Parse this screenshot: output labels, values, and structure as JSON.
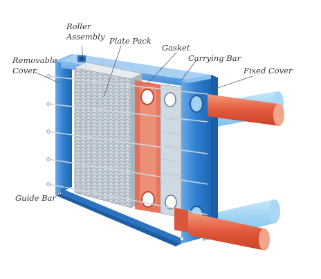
{
  "diagram": {
    "labels": {
      "roller_assembly_line1": "Roller",
      "roller_assembly_line2": "Assembly",
      "plate_pack": "Plate Pack",
      "gasket": "Gasket",
      "carrying_bar": "Carrying Bar",
      "removable_cover_line1": "Removable",
      "removable_cover_line2": "Cover",
      "fixed_cover": "Fixed Cover",
      "guide_bar": "Guide Bar"
    },
    "colors": {
      "frame_blue": "#2f7fd0",
      "frame_light": "#6fb0e8",
      "hot_fluid": "#e9694a",
      "cold_fluid": "#7fc4f0",
      "plate_steel": "#c9d2da",
      "gasket_red": "#e56a4f",
      "leader_line": "#5a5a5a"
    }
  }
}
